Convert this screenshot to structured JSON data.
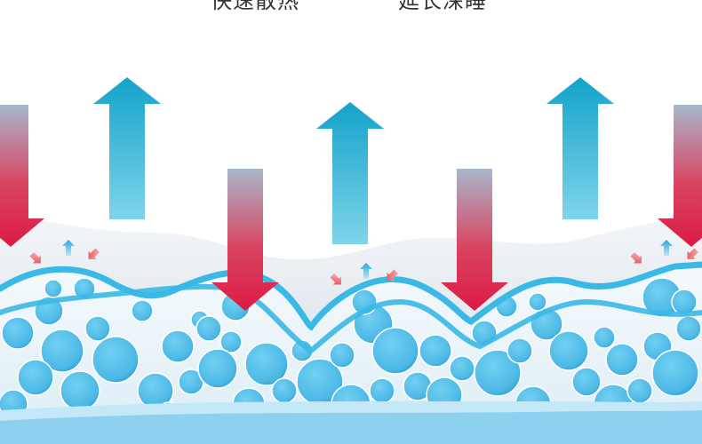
{
  "captions": {
    "left": "快速散热",
    "right": "延长深睡"
  },
  "colors": {
    "background": "#ffffff",
    "caption_text": "#333333",
    "up_arrow_top": "#13a3c9",
    "up_arrow_bottom": "#7fd4ea",
    "down_arrow_top": "#a8b8cc",
    "down_arrow_bottom": "#dd1a45",
    "foam_wave": "#3ab8e6",
    "bubble_fill": "#5cc4ec",
    "bubble_shade": "#3aa6d8",
    "foam_bg": "#e9f4fa",
    "bottom_band": "#8dd1ef"
  },
  "icons": {
    "up_arrow": "heat-out-arrow",
    "down_arrow": "cool-air-in-arrow",
    "small_up_arrow": "small-vent-up-arrow",
    "small_diag_arrow": "small-vent-diagonal-arrow",
    "bubble": "foam-bubble"
  }
}
